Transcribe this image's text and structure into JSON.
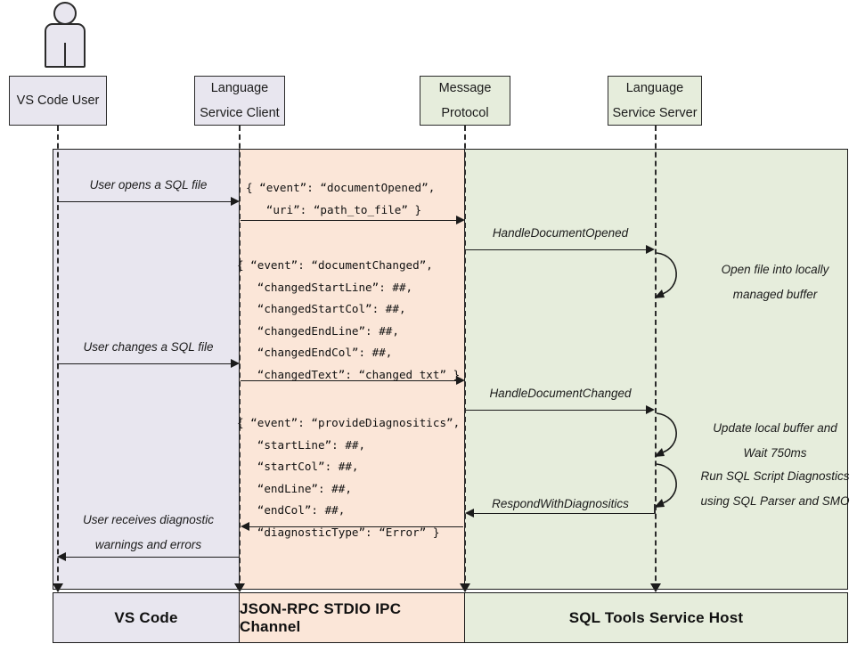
{
  "diagram": {
    "title": "SQL Tools Service language service sequence diagram",
    "colors": {
      "vscode_band": "#e8e6ef",
      "ipc_band": "#fbe6d8",
      "service_band": "#e6eddc",
      "stroke": "#1b1b1b"
    }
  },
  "actor": {
    "name": "actor-icon"
  },
  "participants": [
    {
      "id": "vs-code-user",
      "line1": "VS Code User",
      "line2": ""
    },
    {
      "id": "language-service-client",
      "line1": "Language",
      "line2": "Service Client"
    },
    {
      "id": "message-protocol",
      "line1": "Message",
      "line2": "Protocol"
    },
    {
      "id": "language-service-server",
      "line1": "Language",
      "line2": "Service Server"
    }
  ],
  "bands": [
    {
      "id": "vscode-band",
      "label": "VS Code"
    },
    {
      "id": "ipc-band",
      "label": "JSON-RPC STDIO IPC Channel"
    },
    {
      "id": "service-band",
      "label": "SQL Tools Service Host"
    }
  ],
  "messages": {
    "user_opens": "User opens a SQL file",
    "user_changes": "User changes a SQL file",
    "user_receives_line1": "User receives diagnostic",
    "user_receives_line2": "warnings and errors",
    "handle_document_opened": "HandleDocumentOpened",
    "handle_document_changed": "HandleDocumentChanged",
    "respond_with_diagnostics": "RespondWithDiagnositics"
  },
  "self_calls": [
    {
      "id": "open-file-note",
      "line1": "Open file into locally",
      "line2": "managed buffer"
    },
    {
      "id": "update-buffer-note",
      "line1": "Update local buffer and",
      "line2": "Wait 750ms"
    },
    {
      "id": "run-diagnostics-note",
      "line1": "Run SQL Script Diagnostics",
      "line2": "using SQL Parser and SMO"
    }
  ],
  "payloads": {
    "document_opened": [
      "{ “event”: “documentOpened”,",
      "   “uri”: “path_to_file” }"
    ],
    "document_changed": [
      "{ “event”: “documentChanged”,",
      "   “changedStartLine”: ##,",
      "   “changedStartCol”: ##,",
      "   “changedEndLine”: ##,",
      "   “changedEndCol”: ##,",
      "   “changedText”: “changed txt” }"
    ],
    "provide_diagnostics": [
      "{ “event”: “provideDiagnositics”,",
      "   “startLine”: ##,",
      "   “startCol”: ##,",
      "   “endLine”: ##,",
      "   “endCol”: ##,",
      "   “diagnosticType”: “Error” }"
    ]
  }
}
